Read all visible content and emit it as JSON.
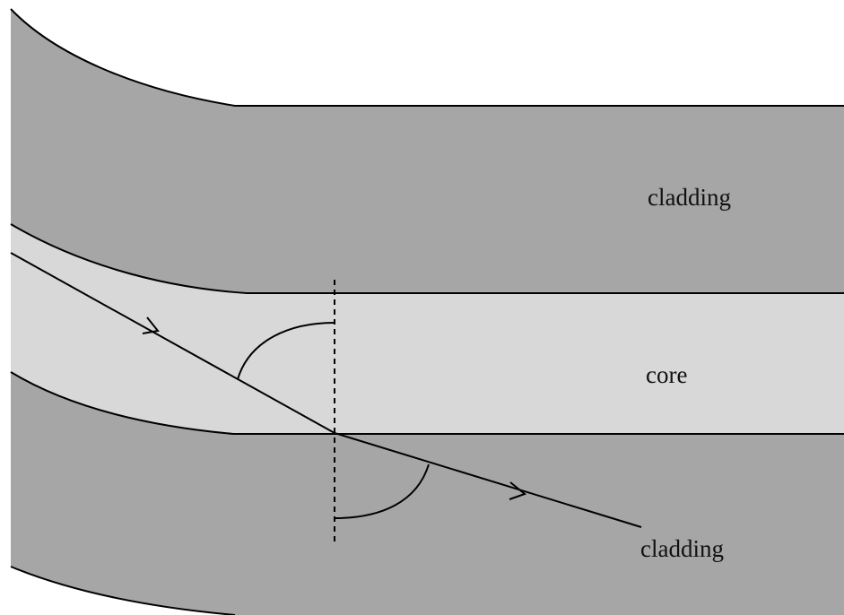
{
  "labels": {
    "cladding_top": "cladding",
    "core": "core",
    "cladding_bottom": "cladding"
  },
  "colors": {
    "cladding": "#a6a6a6",
    "core": "#d8d8d8",
    "line": "#000000",
    "background": "#ffffff"
  }
}
